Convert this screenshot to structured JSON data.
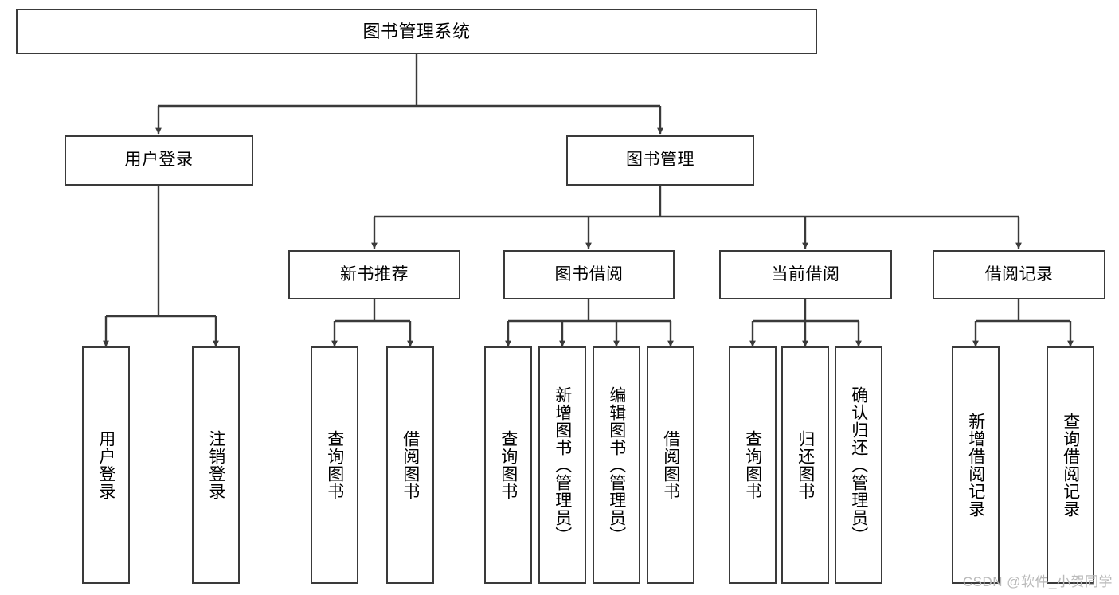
{
  "diagram": {
    "title": "图书管理系统",
    "type": "functional-structure-tree",
    "watermark": "CSDN @软件_小贺同学",
    "colors": {
      "box_border": "#3a3a3a",
      "box_fill": "#ffffff",
      "edge": "#3a3a3a",
      "text": "#000000",
      "watermark": "#b9b9b9",
      "background": "#ffffff"
    },
    "nodes": {
      "root": {
        "label": "图书管理系统"
      },
      "level2": [
        {
          "id": "user-login",
          "label": "用户登录"
        },
        {
          "id": "book-manage",
          "label": "图书管理"
        }
      ],
      "level3": [
        {
          "id": "new-book-recommend",
          "label": "新书推荐"
        },
        {
          "id": "book-borrow",
          "label": "图书借阅"
        },
        {
          "id": "current-borrow",
          "label": "当前借阅"
        },
        {
          "id": "borrow-record",
          "label": "借阅记录"
        }
      ],
      "leaves": {
        "user-login": [
          {
            "id": "leaf-user-login",
            "label": "用户登录"
          },
          {
            "id": "leaf-logout",
            "label": "注销登录"
          }
        ],
        "new-book-recommend": [
          {
            "id": "leaf-query-book-1",
            "label": "查询图书"
          },
          {
            "id": "leaf-borrow-book-1",
            "label": "借阅图书"
          }
        ],
        "book-borrow": [
          {
            "id": "leaf-query-book-2",
            "label": "查询图书"
          },
          {
            "id": "leaf-add-book",
            "label": "新增图书（管理员）"
          },
          {
            "id": "leaf-edit-book",
            "label": "编辑图书（管理员）"
          },
          {
            "id": "leaf-borrow-book-2",
            "label": "借阅图书"
          }
        ],
        "current-borrow": [
          {
            "id": "leaf-query-book-3",
            "label": "查询图书"
          },
          {
            "id": "leaf-return-book",
            "label": "归还图书"
          },
          {
            "id": "leaf-confirm-return",
            "label": "确认归还（管理员）"
          }
        ],
        "borrow-record": [
          {
            "id": "leaf-add-record",
            "label": "新增借阅记录"
          },
          {
            "id": "leaf-query-record",
            "label": "查询借阅记录"
          }
        ]
      }
    }
  }
}
